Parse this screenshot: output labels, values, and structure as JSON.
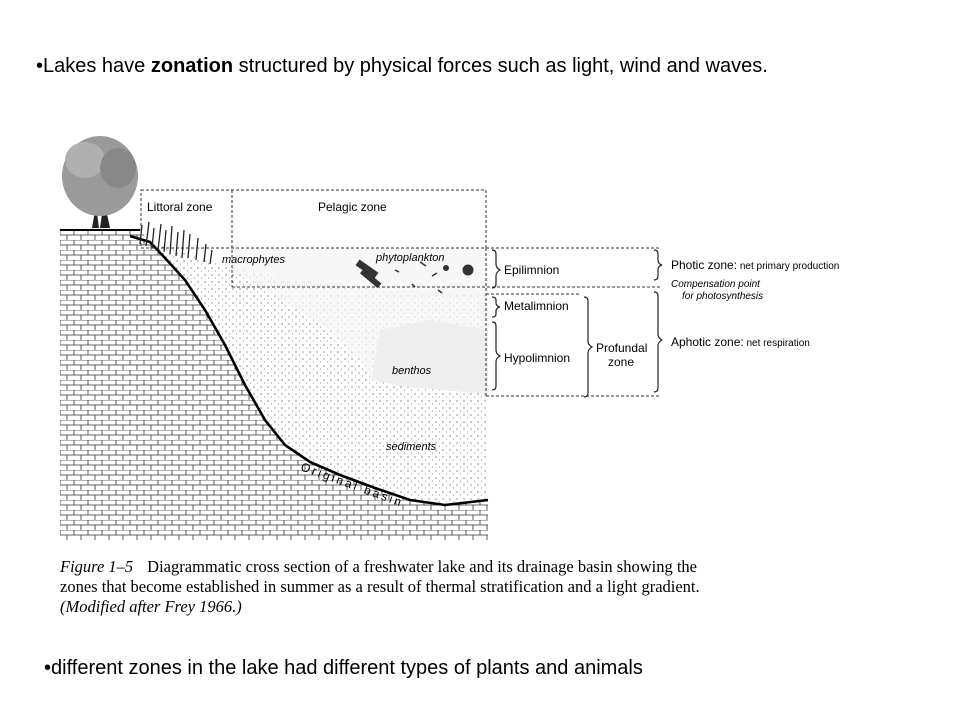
{
  "slide": {
    "bullet_top_prefix": "•Lakes have ",
    "bullet_top_bold": "zonation",
    "bullet_top_suffix": " structured by physical forces such as light, wind and waves.",
    "bullet_bottom": "•different zones in the lake had different types of plants and animals"
  },
  "diagram": {
    "littoral_zone": "Littoral zone",
    "pelagic_zone": "Pelagic zone",
    "macrophytes": "macrophytes",
    "phytoplankton": "phytoplankton",
    "epilimnion": "Epilimnion",
    "metalimnion": "Metalimnion",
    "hypolimnion": "Hypolimnion",
    "profundal_line1": "Profundal",
    "profundal_line2": "zone",
    "photic_zone": "Photic zone:",
    "photic_desc": " net primary production",
    "compensation_line1": "Compensation point",
    "compensation_line2": "for photosynthesis",
    "aphotic_zone": "Aphotic zone:",
    "aphotic_desc": " net respiration",
    "benthos": "benthos",
    "sediments": "sediments",
    "original_basin": "Original basin"
  },
  "caption": {
    "figure_label": "Figure 1–5",
    "text": "Diagrammatic cross section of a freshwater lake and its drainage basin showing the zones that become established in summer as a result of thermal stratification and a light gradient.",
    "citation": "(Modified after Frey 1966.)"
  }
}
